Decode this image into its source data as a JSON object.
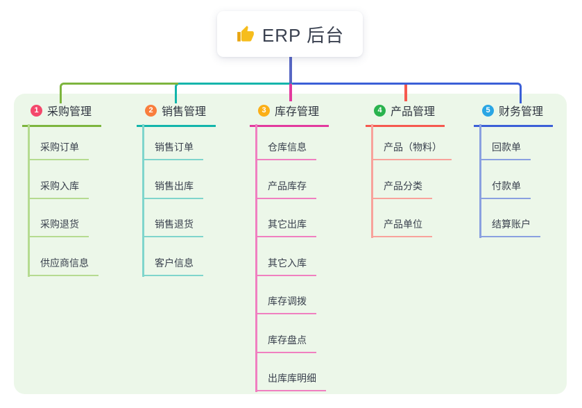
{
  "page": {
    "background": "#ffffff",
    "panel_background": "#ecf7e9",
    "root_connector_color": "#5867c4"
  },
  "root": {
    "title": "ERP 后台",
    "icon": "thumbs-up-icon",
    "icon_color": "#f6bd1d"
  },
  "branches": [
    {
      "index": "1",
      "title": "采购管理",
      "badge_color": "#f4486b",
      "line_color": "#7db53e",
      "child_line_color": "#b5db90",
      "children": [
        "采购订单",
        "采购入库",
        "采购退货",
        "供应商信息"
      ]
    },
    {
      "index": "2",
      "title": "销售管理",
      "badge_color": "#f97e3d",
      "line_color": "#12b5ab",
      "child_line_color": "#7fd5cc",
      "children": [
        "销售订单",
        "销售出库",
        "销售退货",
        "客户信息"
      ]
    },
    {
      "index": "3",
      "title": "库存管理",
      "badge_color": "#fbaf17",
      "line_color": "#e23a9e",
      "child_line_color": "#f07fc0",
      "children": [
        "仓库信息",
        "产品库存",
        "其它出库",
        "其它入库",
        "库存调拨",
        "库存盘点",
        "出库库明细"
      ]
    },
    {
      "index": "4",
      "title": "产品管理",
      "badge_color": "#2ab34e",
      "line_color": "#f6594f",
      "child_line_color": "#f8a29b",
      "children": [
        "产品（物料）",
        "产品分类",
        "产品单位"
      ]
    },
    {
      "index": "5",
      "title": "财务管理",
      "badge_color": "#2aa6e4",
      "line_color": "#3b5fd7",
      "child_line_color": "#8aa0e0",
      "children": [
        "回款单",
        "付款单",
        "结算账户"
      ]
    }
  ]
}
